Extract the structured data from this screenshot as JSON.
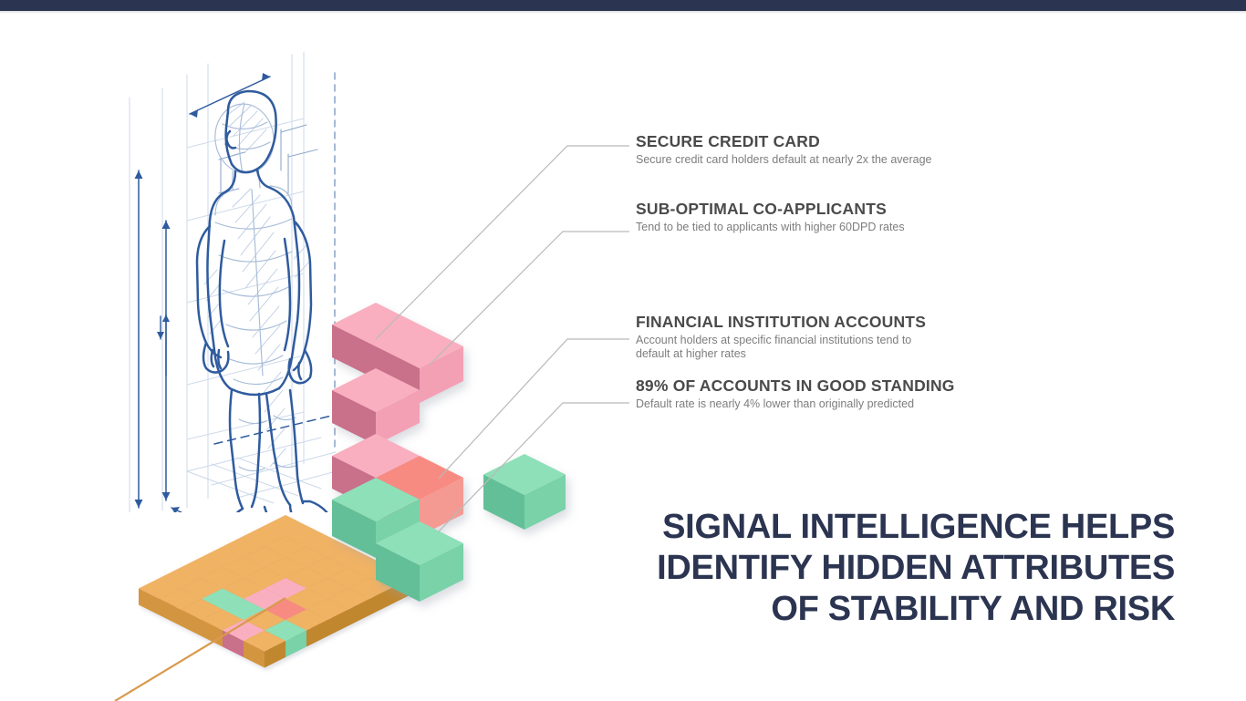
{
  "theme": {
    "navy": "#2b3450",
    "title_gray": "#4a4a4a",
    "body_gray": "#7d7d7d",
    "connector_gray": "#b9b9b9",
    "pink_top": "#f9afc0",
    "pink_left": "#c9708a",
    "pink_right": "#f3a0b4",
    "salmon_top": "#f78b82",
    "salmon_left": "#c2352e",
    "salmon_right": "#f49a92",
    "green_top": "#8ee0b8",
    "green_left": "#64bf97",
    "green_right": "#79d2a8",
    "orange_top": "#f0b264",
    "orange_left": "#d3953f",
    "orange_right": "#c0872f",
    "sketch_blue": "#2f5b9e",
    "sketch_blue_light": "#9fb6d6",
    "orange_line": "#d99a4e",
    "background": "#ffffff"
  },
  "topbar": {
    "label": ""
  },
  "illustration": {
    "name": "isometric-block-figure-illustration",
    "sketch_label": "human-figure-blueprint-sketch",
    "base_grid_label": "isometric-cube-base-grid",
    "orange_leader_line_label": "orange-leader-line"
  },
  "callouts": [
    {
      "id": "secure-credit-card",
      "title": "SECURE CREDIT CARD",
      "sub_lines": [
        "Secure credit card holders default at nearly 2x the average"
      ]
    },
    {
      "id": "sub-optimal-co-applicants",
      "title": "SUB-OPTIMAL CO-APPLICANTS",
      "sub_lines": [
        "Tend to be tied to applicants with higher 60DPD rates"
      ]
    },
    {
      "id": "financial-institution-accounts",
      "title": "FINANCIAL INSTITUTION ACCOUNTS",
      "sub_lines": [
        "Account holders at specific financial institutions tend to",
        "default at higher rates"
      ]
    },
    {
      "id": "accounts-in-good-standing",
      "title": "89% OF ACCOUNTS IN GOOD STANDING",
      "sub_lines": [
        "Default rate is nearly 4% lower than originally predicted"
      ]
    }
  ],
  "headline": {
    "lines": [
      "SIGNAL INTELLIGENCE HELPS",
      "IDENTIFY HIDDEN ATTRIBUTES",
      "OF STABILITY AND RISK"
    ]
  }
}
